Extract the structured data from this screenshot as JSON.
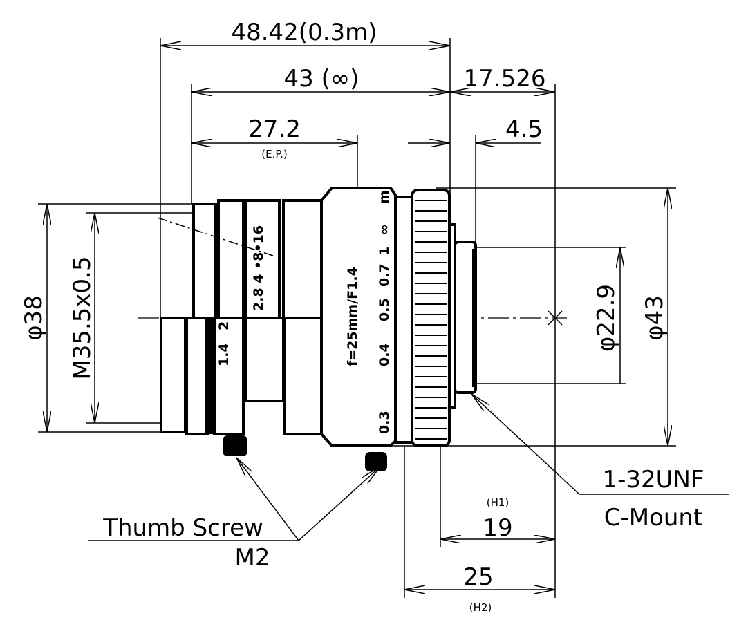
{
  "dimensions": {
    "total_length": "48.42(0.3m)",
    "length_infinity": "43 (∞)",
    "flange_back": "17.526",
    "entrance_pupil": "27.2",
    "entrance_pupil_note": "(E.P.)",
    "mount_depth": "4.5",
    "front_diameter": "φ38",
    "filter_thread": "M35.5x0.5",
    "mount_diameter": "φ22.9",
    "body_diameter": "φ43",
    "h1_note": "(H1)",
    "h1": "19",
    "h2": "25",
    "h2_note": "(H2)"
  },
  "callouts": {
    "thread": "1-32UNF",
    "mount": "C-Mount",
    "thumb_screw": "Thumb Screw",
    "thumb_screw_size": "M2"
  },
  "lens_markings": {
    "focal": "f=25mm/F1.4",
    "distance_scale": [
      "m",
      "∞",
      "1",
      "0.7",
      "0.5",
      "0.4",
      "0.3"
    ],
    "aperture_upper": "2.8  4 •8•16",
    "aperture_lower": [
      "1.4",
      "2"
    ]
  }
}
